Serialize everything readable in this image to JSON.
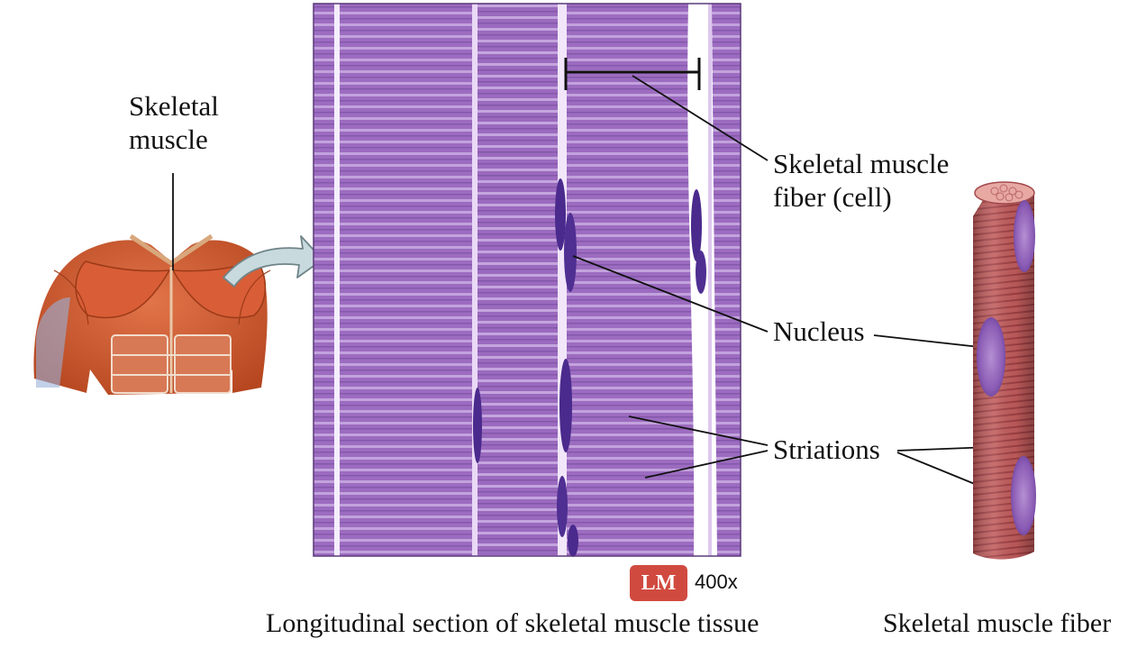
{
  "labels": {
    "skeletal_muscle": "Skeletal muscle",
    "fiber_cell": "Skeletal muscle fiber (cell)",
    "nucleus": "Nucleus",
    "striations": "Striations"
  },
  "micrograph": {
    "badge": "LM",
    "magnification": "400x"
  },
  "captions": {
    "section": "Longitudinal section of skeletal muscle tissue",
    "fiber": "Skeletal muscle fiber"
  },
  "colors": {
    "tissue": "#9c6cc0",
    "striation_light": "#c2a2dc",
    "nucleus": "#4a2a8c",
    "muscle_red": "#c8502e",
    "fiber_red": "#c05a5a",
    "badge": "#d14a3f",
    "arrow": "#b9cfd3"
  },
  "icons": [
    "torso-muscle-illustration",
    "curved-arrow-icon",
    "muscle-fiber-illustration"
  ]
}
